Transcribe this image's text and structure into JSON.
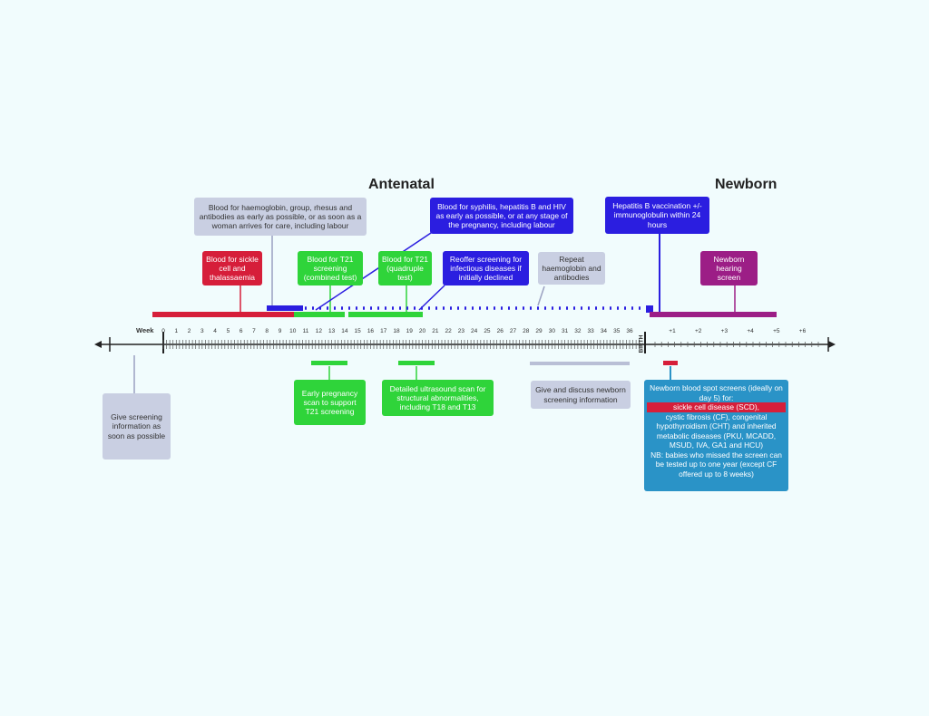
{
  "headings": {
    "antenatal": "Antenatal",
    "newborn": "Newborn"
  },
  "axis": {
    "week_label": "Week",
    "weeks": [
      "0",
      "1",
      "2",
      "3",
      "4",
      "5",
      "6",
      "7",
      "8",
      "9",
      "10",
      "11",
      "12",
      "13",
      "14",
      "15",
      "16",
      "17",
      "18",
      "19",
      "20",
      "21",
      "22",
      "23",
      "24",
      "25",
      "26",
      "27",
      "28",
      "29",
      "30",
      "31",
      "32",
      "33",
      "34",
      "35",
      "36"
    ],
    "birth_label": "BIRTH",
    "post_weeks": [
      "+1",
      "+2",
      "+3",
      "+4",
      "+5",
      "+6"
    ]
  },
  "boxes": {
    "haemoglobin_group": "Blood for haemoglobin, group, rhesus and antibodies as early as possible, or as soon as a woman arrives for care, including labour",
    "syphilis_hep_hiv": "Blood for syphilis, hepatitis B and HIV as early as possible, or at any stage of the pregnancy, including labour",
    "hep_b_vaccination": "Hepatitis B vaccination +/- immunoglobulin within 24 hours",
    "sickle_cell": "Blood for sickle cell and thalassaemia",
    "t21_combined": "Blood for T21 screening (combined test)",
    "t21_quadruple": "Blood for T21 (quadruple test)",
    "reoffer_screening": "Reoffer screening for infectious diseases if initially declined",
    "repeat_haemoglobin": "Repeat haemoglobin and antibodies",
    "newborn_hearing": "Newborn hearing screen",
    "early_pregnancy_scan": "Early pregnancy scan to support T21 screening",
    "detailed_ultrasound": "Detailed ultrasound scan for structural abnormalities, including T18 and T13",
    "give_discuss_newborn": "Give and discuss newborn screening information",
    "give_screening_info": "Give screening information as soon as possible",
    "newborn_blood_spot": {
      "intro": "Newborn blood spot screens (ideally on day 5) for:",
      "highlight": "sickle cell disease (SCD),",
      "rest": "cystic fibrosis (CF), congenital hypothyroidism (CHT) and inherited metabolic diseases (PKU, MCADD, MSUD, IVA, GA1 and HCU)",
      "note": "NB: babies who missed the screen can be tested up to one year (except CF offered up to 8 weeks)"
    }
  },
  "colors": {
    "red": "#d61e3a",
    "green": "#2fd43a",
    "blue": "#2b1ee0",
    "purple": "#9c1e86",
    "teal": "#2a93c7",
    "grey": "#c9cfe2"
  }
}
